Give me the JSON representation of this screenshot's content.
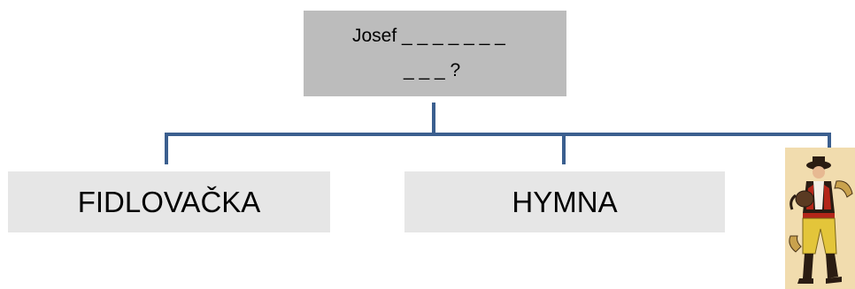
{
  "root": {
    "line1": "Josef _ _ _ _ _ _ _",
    "line2": "_ _ _ ?"
  },
  "children": [
    {
      "label": "FIDLOVAČKA"
    },
    {
      "label": "HYMNA"
    }
  ],
  "image": {
    "icon": "bagpiper-figure-icon"
  },
  "colors": {
    "root_fill": "#bcbcbc",
    "child_fill": "#e6e6e6",
    "connector": "#3b5f8f"
  }
}
